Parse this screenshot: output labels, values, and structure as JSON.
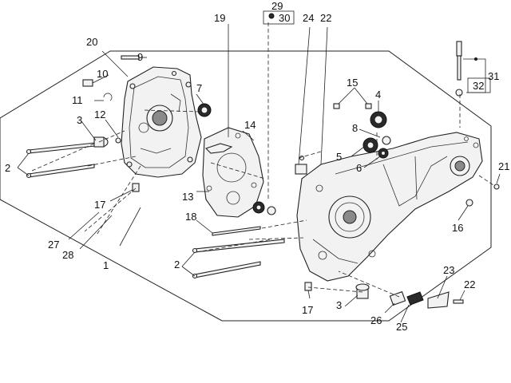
{
  "diagram": {
    "callouts": {
      "c1": "1",
      "c2a": "2",
      "c2b": "2",
      "c3a": "3",
      "c3b": "3",
      "c4": "4",
      "c5": "5",
      "c6": "6",
      "c7": "7",
      "c8": "8",
      "c9": "9",
      "c10": "10",
      "c11": "11",
      "c12": "12",
      "c13": "13",
      "c14": "14",
      "c15": "15",
      "c16": "16",
      "c17a": "17",
      "c17b": "17",
      "c18": "18",
      "c19": "19",
      "c20": "20",
      "c21": "21",
      "c22a": "22",
      "c22b": "22",
      "c23": "23",
      "c24": "24",
      "c25": "25",
      "c26": "26",
      "c27": "27",
      "c28": "28",
      "c29": "29",
      "c30": "30",
      "c31": "31",
      "c32": "32"
    }
  }
}
